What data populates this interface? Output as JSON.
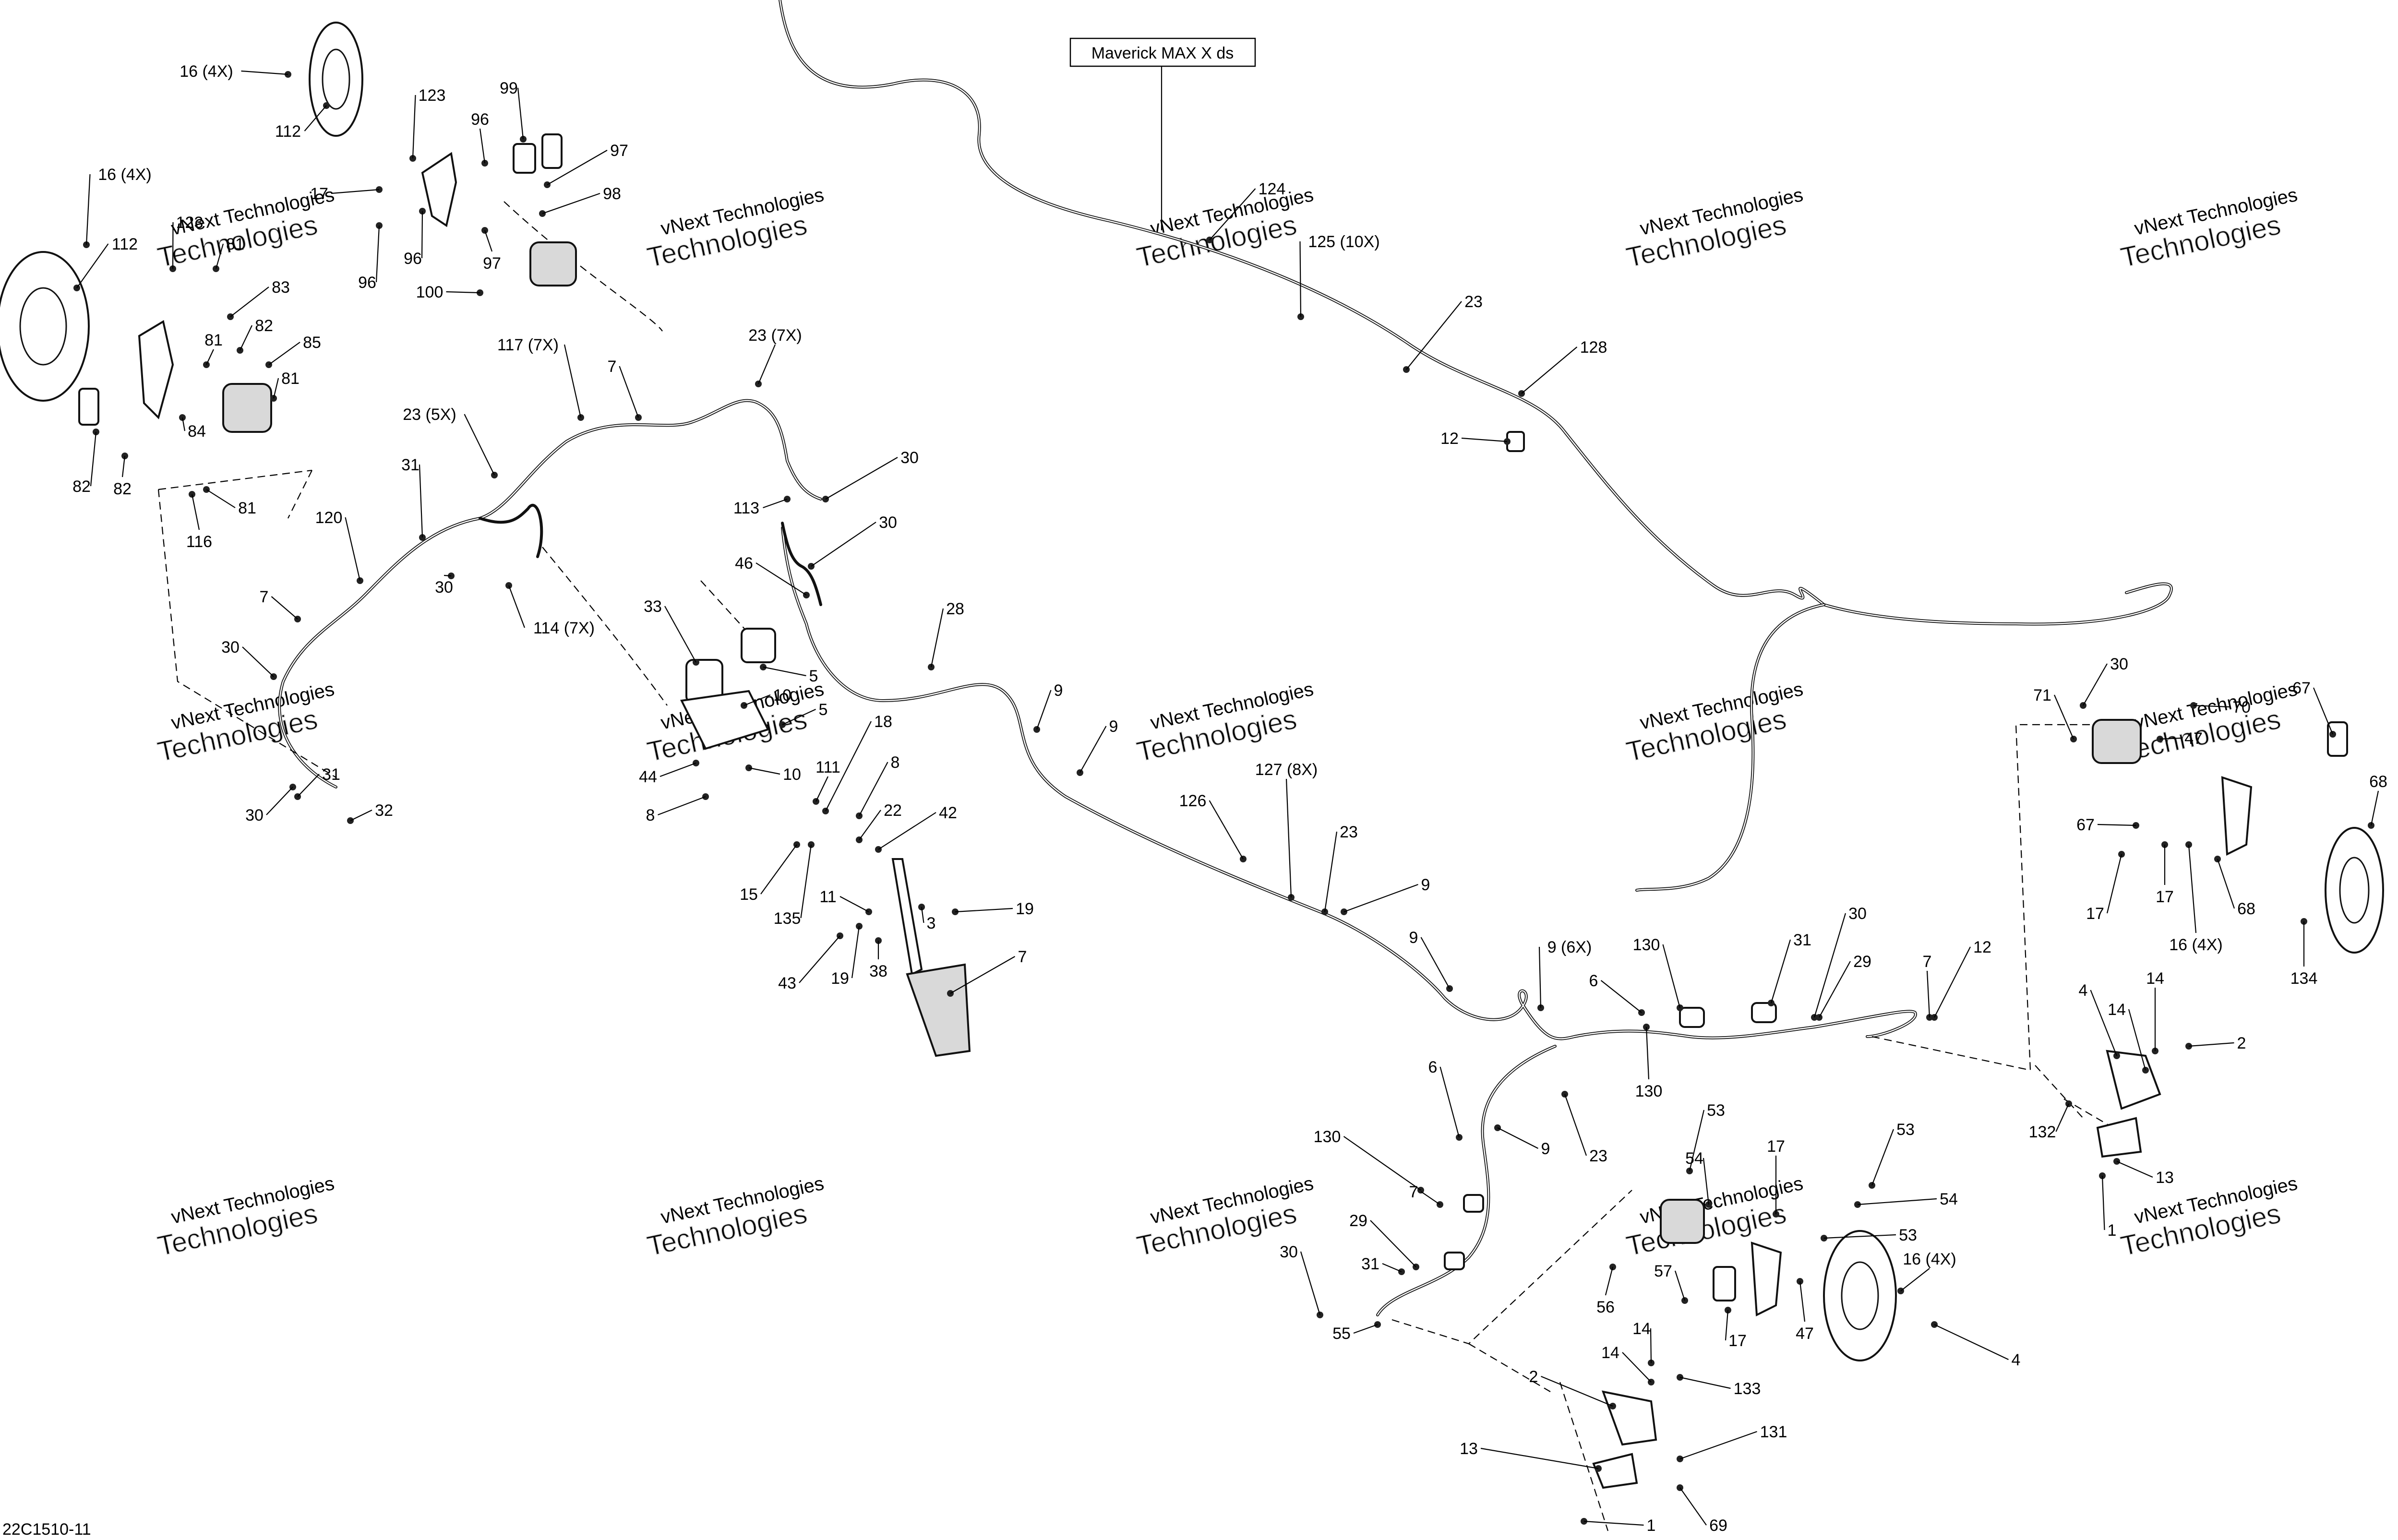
{
  "title_box": "Maverick MAX X ds",
  "diagram_code": "22C1510-11",
  "watermark": {
    "line1": "vNext Technologies",
    "line2": "Technologies"
  },
  "callouts": [
    "16 (4X)",
    "112",
    "123",
    "99",
    "96",
    "97",
    "17",
    "98",
    "96",
    "97",
    "96",
    "100",
    "16 (4X)",
    "112",
    "123",
    "81",
    "83",
    "82",
    "81",
    "85",
    "81",
    "84",
    "82",
    "82",
    "81",
    "116",
    "117 (7X)",
    "7",
    "23 (7X)",
    "23 (5X)",
    "31",
    "30",
    "113",
    "120",
    "30",
    "46",
    "30",
    "114 (7X)",
    "7",
    "30",
    "31",
    "30",
    "32",
    "33",
    "5",
    "10",
    "5",
    "44",
    "10",
    "8",
    "111",
    "18",
    "8",
    "22",
    "15",
    "135",
    "42",
    "11",
    "19",
    "3",
    "43",
    "19",
    "38",
    "7",
    "28",
    "9",
    "9",
    "126",
    "127 (8X)",
    "23",
    "9",
    "9",
    "9 (6X)",
    "124",
    "125 (10X)",
    "23",
    "128",
    "12",
    "6",
    "130",
    "130",
    "31",
    "30",
    "29",
    "7",
    "12",
    "6",
    "9",
    "23",
    "130",
    "7",
    "29",
    "31",
    "30",
    "55",
    "53",
    "54",
    "17",
    "53",
    "54",
    "53",
    "57",
    "56",
    "17",
    "47",
    "16 (4X)",
    "4",
    "14",
    "14",
    "133",
    "2",
    "131",
    "13",
    "1",
    "69",
    "30",
    "71",
    "70",
    "67",
    "47",
    "68",
    "67",
    "17",
    "17",
    "68",
    "16 (4X)",
    "134",
    "4",
    "14",
    "14",
    "2",
    "132",
    "13",
    "1"
  ]
}
